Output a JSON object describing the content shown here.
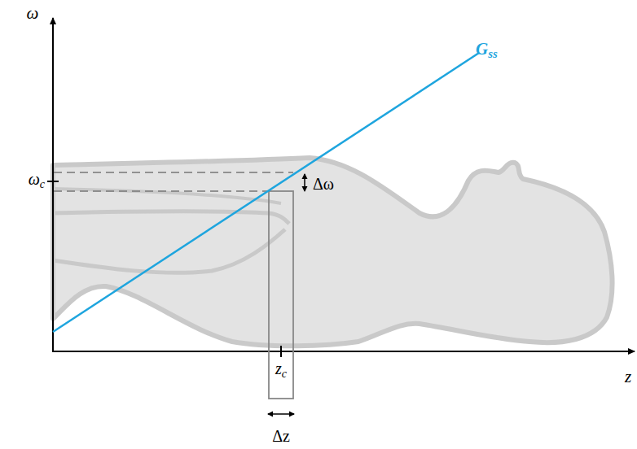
{
  "diagram": {
    "labels": [
      "ω",
      "z",
      "G",
      "ss",
      "ω",
      "c",
      "Δω",
      "z",
      "c",
      "Δz"
    ]
  }
}
